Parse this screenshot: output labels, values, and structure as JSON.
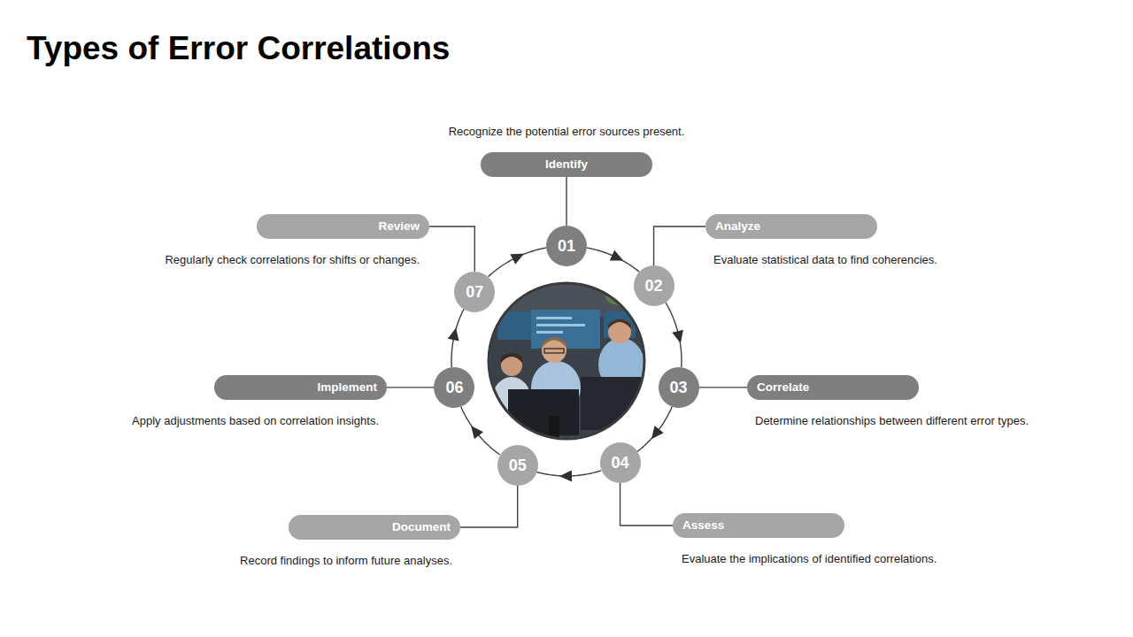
{
  "diagram": {
    "title": "Types of Error Correlations",
    "nodes": [
      {
        "text": [
          "01"
        ]
      },
      {
        "text": [
          "Identify",
          "Recognize the potential error sources present."
        ]
      },
      {
        "text": [
          "02"
        ]
      },
      {
        "text": [
          "Analyze",
          "Evaluate statistical data to find coherencies."
        ]
      },
      {
        "text": [
          "03"
        ]
      },
      {
        "text": [
          "Correlate",
          "Determine relationships between different error types."
        ]
      },
      {
        "text": [
          "04"
        ]
      },
      {
        "text": [
          "Assess",
          "Evaluate the implications of identified correlations."
        ]
      },
      {
        "text": [
          "05"
        ]
      },
      {
        "text": [
          "Document",
          "Record findings to inform future analyses."
        ]
      },
      {
        "text": [
          "06"
        ]
      },
      {
        "text": [
          "Implement",
          "Apply adjustments based on correlation insights."
        ]
      },
      {
        "text": [
          "07"
        ]
      },
      {
        "text": [
          "Review",
          "Regularly check correlations for shifts or changes."
        ]
      }
    ],
    "edges": [
      {
        "from": 0,
        "to": 2,
        "arrow": "to"
      },
      {
        "from": 2,
        "to": 4,
        "arrow": "to"
      },
      {
        "from": 4,
        "to": 6,
        "arrow": "to"
      },
      {
        "from": 6,
        "to": 8,
        "arrow": "to"
      },
      {
        "from": 8,
        "to": 10,
        "arrow": "to"
      },
      {
        "from": 10,
        "to": 12,
        "arrow": "to"
      },
      {
        "from": 12,
        "to": 0,
        "arrow": "to"
      },
      {
        "from": 0,
        "to": 1,
        "arrow": "none"
      },
      {
        "from": 2,
        "to": 3,
        "arrow": "none"
      },
      {
        "from": 4,
        "to": 5,
        "arrow": "none"
      },
      {
        "from": 6,
        "to": 7,
        "arrow": "none"
      },
      {
        "from": 8,
        "to": 9,
        "arrow": "none"
      },
      {
        "from": 10,
        "to": 11,
        "arrow": "none"
      },
      {
        "from": 12,
        "to": 13,
        "arrow": "none"
      }
    ]
  }
}
